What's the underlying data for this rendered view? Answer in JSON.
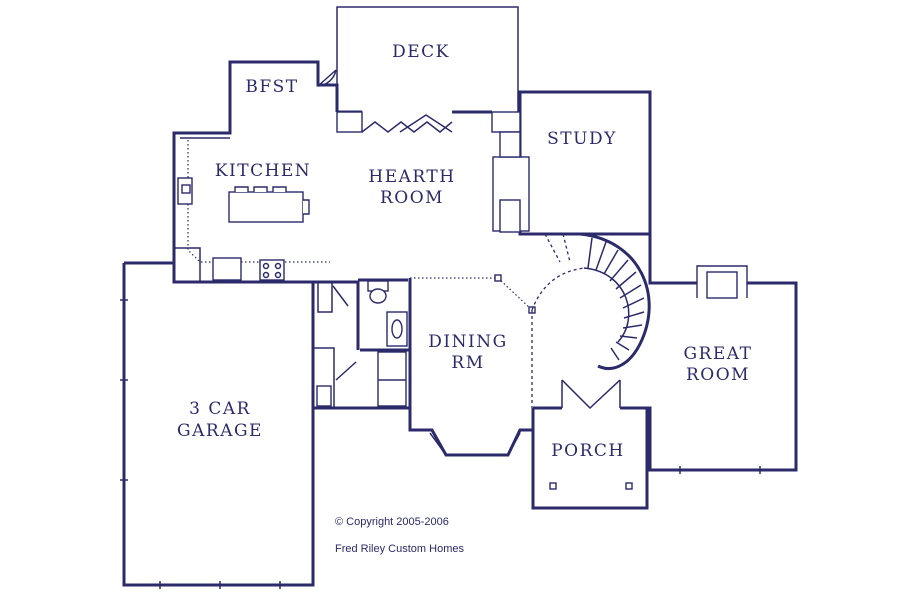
{
  "rooms": {
    "deck": "DECK",
    "bfst": "BFST",
    "kitchen": "KITCHEN",
    "hearth_line1": "HEARTH",
    "hearth_line2": "ROOM",
    "study": "STUDY",
    "dining_line1": "DINING",
    "dining_line2": "RM",
    "great_line1": "GREAT",
    "great_line2": "ROOM",
    "garage_line1": "3 CAR",
    "garage_line2": "GARAGE",
    "porch": "PORCH"
  },
  "credits": {
    "copyright": "© Copyright 2005-2006",
    "builder": "Fred Riley Custom Homes"
  },
  "colors": {
    "ink": "#2b2a6b",
    "background": "#ffffff"
  }
}
